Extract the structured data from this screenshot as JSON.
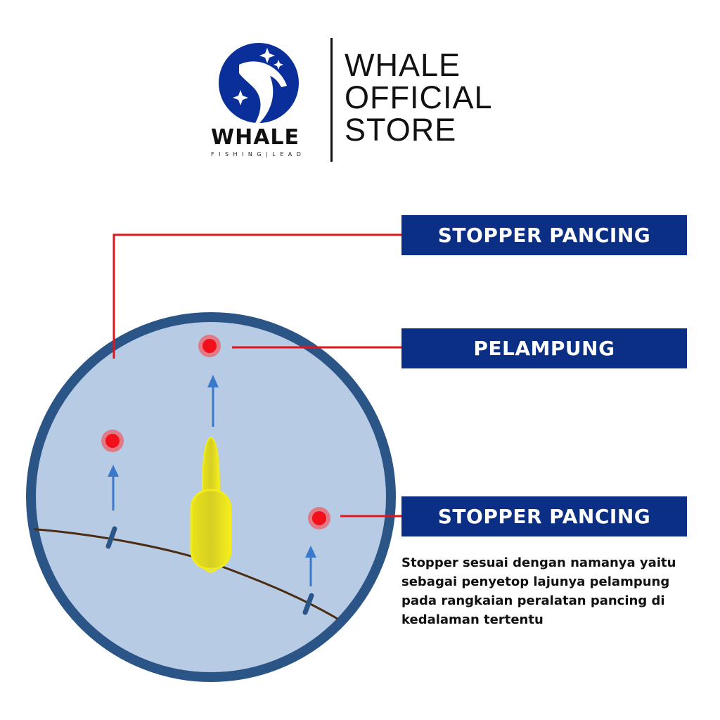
{
  "header": {
    "logo": {
      "word": "WHALE",
      "tagline": "FISHING|LEAD"
    },
    "store_name_lines": [
      "WHALE",
      "OFFICIAL",
      "STORE"
    ]
  },
  "labels": {
    "top": "STOPPER PANCING",
    "middle": "PELAMPUNG",
    "bottom": "STOPPER PANCING"
  },
  "description": "Stopper sesuai dengan namanya yaitu sebagai penyetop lajunya pelampung pada rangkaian peralatan pancing di kedalaman tertentu",
  "colors": {
    "brand_navy": "#0b2f84",
    "circle_border": "#2c5587",
    "circle_fill": "#b8cbe4",
    "leader_line": "#e0161e",
    "float": "#f2ec1c",
    "arrow": "#3a78c9"
  }
}
